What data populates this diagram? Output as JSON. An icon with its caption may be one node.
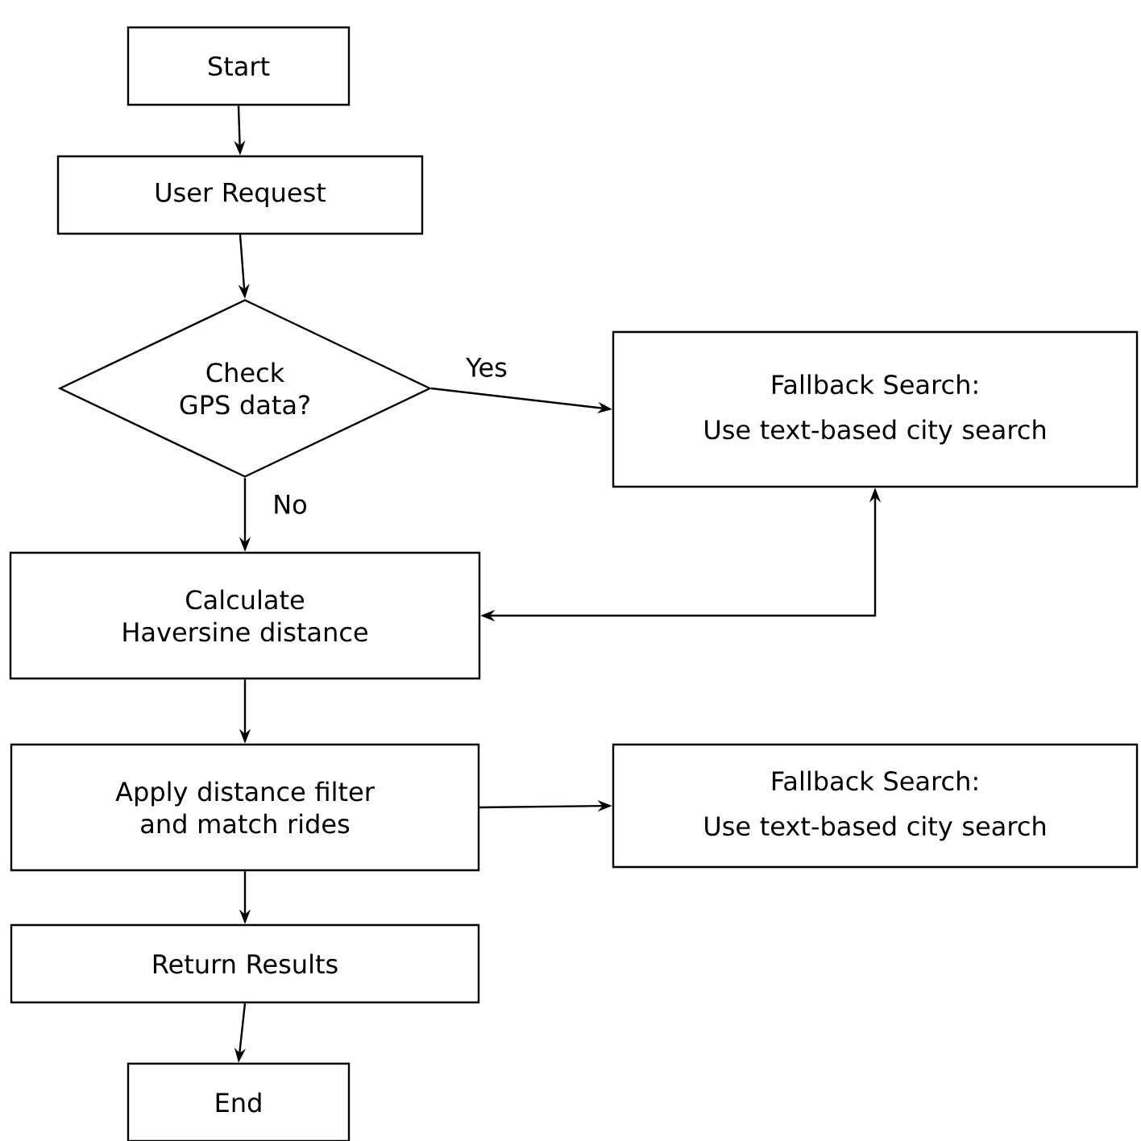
{
  "diagram": {
    "nodes": [
      {
        "text": [
          "Start"
        ]
      },
      {
        "text": [
          "User Request"
        ]
      },
      {
        "text": [
          "Check GPS data?"
        ]
      },
      {
        "text": [
          "Fallback Search:",
          "Use text-based city search"
        ]
      },
      {
        "text": [
          "Calculate Haversine distance"
        ]
      },
      {
        "text": [
          "Apply distance filter and match rides"
        ]
      },
      {
        "text": [
          "Fallback Search:",
          "Use text-based city search"
        ]
      },
      {
        "text": [
          "Return Results"
        ]
      },
      {
        "text": [
          "End"
        ]
      }
    ],
    "edges": [
      {
        "from": 0,
        "to": 1,
        "arrow": "to"
      },
      {
        "from": 1,
        "to": 2,
        "arrow": "to"
      },
      {
        "from": 2,
        "to": 3,
        "arrow": "to",
        "label": "Yes"
      },
      {
        "from": 2,
        "to": 4,
        "arrow": "to",
        "label": "No"
      },
      {
        "from": 3,
        "to": 4,
        "arrow": "both"
      },
      {
        "from": 4,
        "to": 5,
        "arrow": "to"
      },
      {
        "from": 5,
        "to": 6,
        "arrow": "to"
      },
      {
        "from": 5,
        "to": 7,
        "arrow": "to"
      },
      {
        "from": 7,
        "to": 8,
        "arrow": "to"
      }
    ]
  }
}
